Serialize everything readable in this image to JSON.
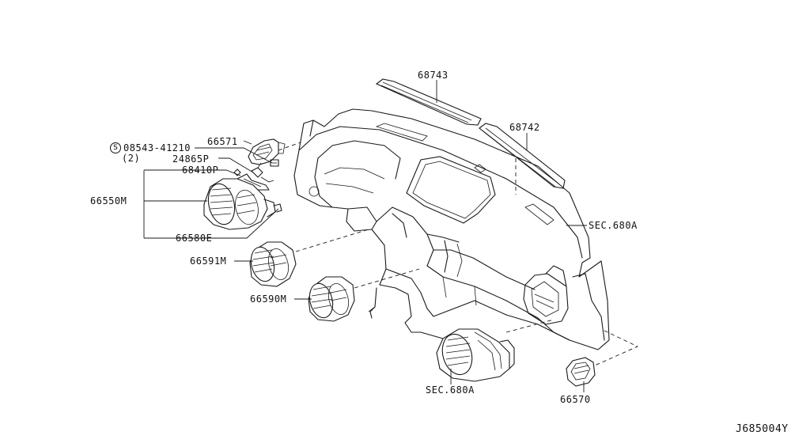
{
  "diagram_id": "J685004Y",
  "parts": {
    "p68743": "68743",
    "p68742": "68742",
    "p66571": "66571",
    "p08543": "08543-41210",
    "p08543_qty": "(2)",
    "p08543_marker": "S",
    "p24865P": "24865P",
    "p68410P": "68410P",
    "p66550M": "66550M",
    "p66580E": "66580E",
    "p66591M": "66591M",
    "p66590M": "66590M",
    "sec680A_right": "SEC.680A",
    "sec680A_bottom": "SEC.680A",
    "p66570": "66570"
  }
}
